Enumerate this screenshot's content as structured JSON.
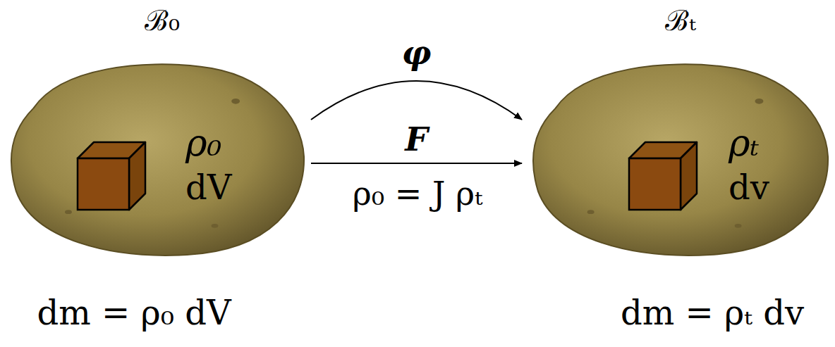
{
  "diagram": {
    "nodes": [
      {
        "text": [
          "ℬ₀",
          "ρ₀",
          "dV"
        ]
      },
      {
        "text": [
          "ℬₜ",
          "ρₜ",
          "dv"
        ]
      }
    ],
    "edges": [
      {
        "from": 0,
        "to": 1,
        "arrow": "to",
        "label": "φ"
      },
      {
        "from": 0,
        "to": 1,
        "arrow": "to",
        "label": "F"
      }
    ],
    "labels": [
      "ρ₀ = J ρₜ",
      "dm = ρ₀ dV",
      "dm = ρₜ dv"
    ]
  }
}
